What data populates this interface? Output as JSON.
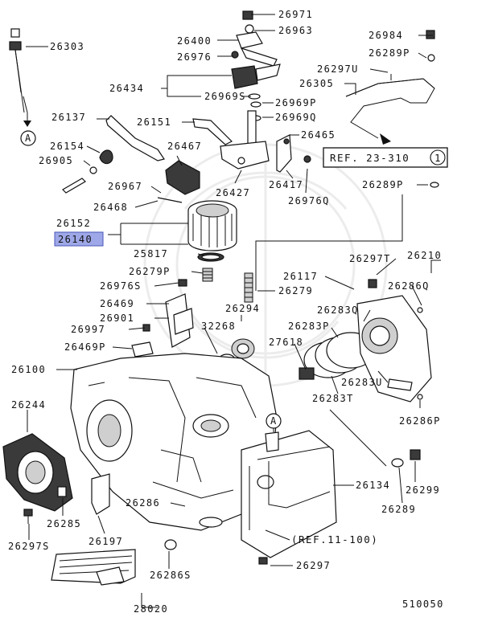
{
  "diagram_id": "510050",
  "highlighted_part": "26140",
  "colors": {
    "highlight": "#9ea8e8",
    "line": "#111111",
    "background": "#ffffff"
  },
  "labels": {
    "p26971": "26971",
    "p26963": "26963",
    "p26400": "26400",
    "p26976": "26976",
    "p26984": "26984",
    "p26289p_top": "26289P",
    "p26303": "26303",
    "p26297u": "26297U",
    "p26305": "26305",
    "p26434": "26434",
    "p26969s": "26969S",
    "p26969p": "26969P",
    "p26137": "26137",
    "p26151": "26151",
    "p26969q": "26969Q",
    "p26465": "26465",
    "p26154": "26154",
    "p26467": "26467",
    "p26905": "26905",
    "p26417": "26417",
    "p26967": "26967",
    "p26427": "26427",
    "p26976q": "26976Q",
    "p26289p_mid": "26289P",
    "p26468": "26468",
    "p26152": "26152",
    "p26140": "26140",
    "p25817": "25817",
    "p26297t": "26297T",
    "p26210": "26210",
    "p26279p": "26279P",
    "p26117": "26117",
    "p26286q": "26286Q",
    "p26976s": "26976S",
    "p26279": "26279",
    "p26469": "26469",
    "p26294": "26294",
    "p26283q": "26283Q",
    "p26901": "26901",
    "p32268": "32268",
    "p26283p": "26283P",
    "p26997": "26997",
    "p27618": "27618",
    "p26469p": "26469P",
    "p26100": "26100",
    "p26283u": "26283U",
    "p26283t": "26283T",
    "p26244": "26244",
    "p26286p": "26286P",
    "p26134": "26134",
    "p26299": "26299",
    "p26286": "26286",
    "p26289_bottom": "26289",
    "p26285": "26285",
    "p26197": "26197",
    "p26297s": "26297S",
    "p26297": "26297",
    "p26286s": "26286S",
    "p28020": "28020"
  },
  "references": {
    "ref_23_310": "REF. 23-310",
    "ref_23_310_circle": "1",
    "ref_11_100": "(REF.11-100)"
  },
  "markers": {
    "arrow_a_top": "A",
    "arrow_a_mid": "A"
  }
}
